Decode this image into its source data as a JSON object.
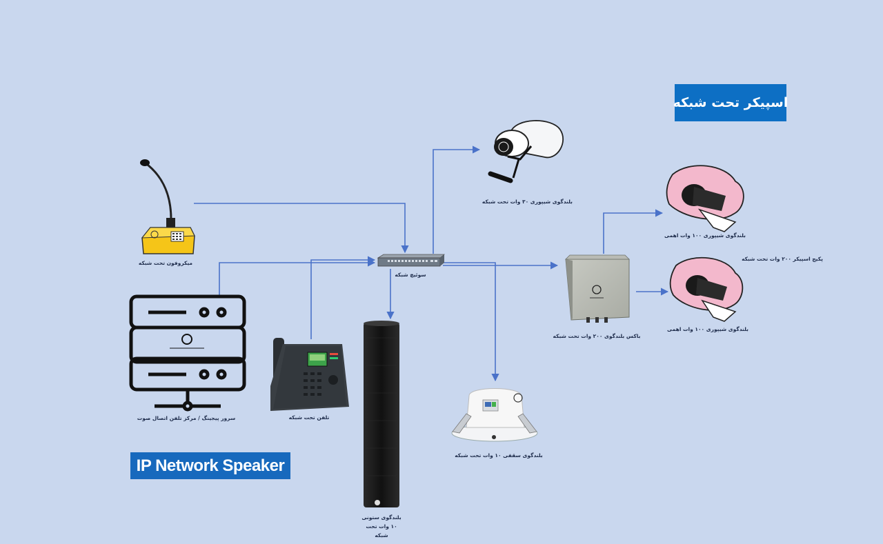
{
  "titles": {
    "fa_title": "اسپیکر تحت شبکه",
    "en_title": "IP Network Speaker"
  },
  "labels": {
    "microphone": "میکروفون تحت شبکه",
    "switch": "سوئیچ شبکه",
    "server": "سرور پیجینگ / مرکز تلفن اتصال صوت",
    "phone": "تلفن تحت شبکه",
    "column_1": "بلندگوی ستونی",
    "column_2": "۱۰ وات تحت",
    "column_3": "شبکه",
    "ceiling": "بلندگوی سقفی ۱۰ وات تحت شبکه",
    "horn30": "بلندگوی شیپوری ۳۰ وات تحت شبکه",
    "box200": "باکس بلندگوی ۲۰۰ وات تحت شبکه",
    "horn100_top": "بلندگوی شیپوری ۱۰۰ وات اهمی",
    "horn100_bottom": "بلندگوی شیپوری ۱۰۰ وات اهمی",
    "package200": "پکیج اسپیکر ۲۰۰ وات تحت شبکه"
  },
  "colors": {
    "background": "#c9d7ee",
    "connector": "#4a72c9",
    "banner": "#0d6fc4",
    "horn_pink": "#f3b8cc",
    "mic_yellow": "#f5c518"
  }
}
